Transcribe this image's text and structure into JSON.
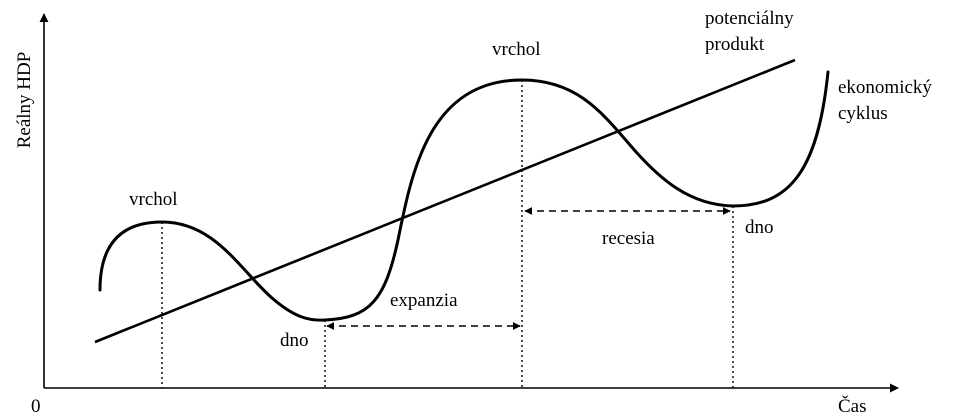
{
  "axes": {
    "y_label": "Reálny HDP",
    "x_label": "Čas",
    "origin_label": "0"
  },
  "labels": {
    "peak_left": "vrchol",
    "peak_right": "vrchol",
    "trough_left": "dno",
    "trough_right": "dno",
    "expansion": "expanzia",
    "recession": "recesia",
    "potential_output_line1": "potenciálny",
    "potential_output_line2": "produkt",
    "business_cycle_line1": "ekonomický",
    "business_cycle_line2": "cyklus"
  }
}
